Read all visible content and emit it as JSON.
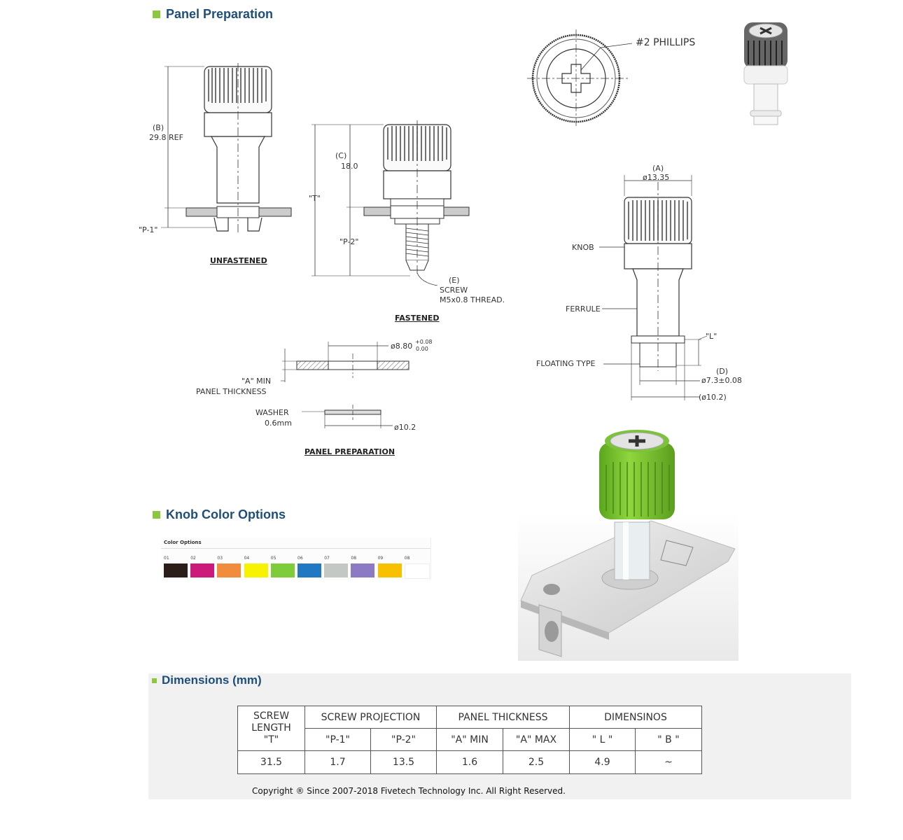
{
  "sections": {
    "panel_preparation": "Panel Preparation",
    "knob_color_options": "Knob Color Options",
    "dimensions": "Dimensions (mm)"
  },
  "drawings": {
    "unfastened": {
      "caption": "UNFASTENED",
      "b_label": "(B)",
      "b_value": "29.8 REF",
      "p1": "\"P-1\""
    },
    "fastened": {
      "caption": "FASTENED",
      "c_label": "(C)",
      "c_value": "18.0",
      "t": "\"T\"",
      "p2": "\"P-2\"",
      "e_label": "(E)",
      "screw": "SCREW",
      "thread": "M5x0.8 THREAD."
    },
    "top_view": {
      "phillips": "#2 PHILLIPS"
    },
    "side_view": {
      "a_label": "(A)",
      "a_value": "ø13.35",
      "knob": "KNOB",
      "ferrule": "FERRULE",
      "l": "\"L\"",
      "floating": "FLOATING TYPE",
      "d_label": "(D)",
      "d_value": "ø7.3±0.08",
      "d2_value": "(ø10.2)"
    },
    "panel_prep": {
      "hole": "ø8.80",
      "tol_plus": "+0.08",
      "tol_minus": "0.00",
      "a_min": "\"A\" MIN",
      "panel_thickness": "PANEL THICKNESS",
      "washer": "WASHER",
      "washer_thk": "0.6mm",
      "washer_dia": "ø10.2",
      "caption": "PANEL PREPARATION"
    }
  },
  "color_options": {
    "title": "Color Options",
    "swatches": [
      {
        "num": "01",
        "color": "#2b1d1a"
      },
      {
        "num": "02",
        "color": "#cc1a7a"
      },
      {
        "num": "03",
        "color": "#f08c3c"
      },
      {
        "num": "04",
        "color": "#f7f200"
      },
      {
        "num": "05",
        "color": "#7fcc3a"
      },
      {
        "num": "06",
        "color": "#1f78c1"
      },
      {
        "num": "07",
        "color": "#c4c8c4"
      },
      {
        "num": "08",
        "color": "#8c7ac4"
      },
      {
        "num": "09",
        "color": "#f7c000"
      },
      {
        "num": "08",
        "color": "#ffffff"
      }
    ]
  },
  "table": {
    "h_screw_length": "SCREW LENGTH",
    "h_t": "\"T\"",
    "h_screw_projection": "SCREW PROJECTION",
    "h_panel_thickness": "PANEL THICKNESS",
    "h_dimensinos": "DIMENSINOS",
    "h_p1": "\"P-1\"",
    "h_p2": "\"P-2\"",
    "h_amin": "\"A\" MIN",
    "h_amax": "\"A\" MAX",
    "h_l": "\" L \"",
    "h_b": "\" B \"",
    "row": [
      "31.5",
      "1.7",
      "13.5",
      "1.6",
      "2.5",
      "4.9",
      "~"
    ]
  },
  "copyright": "Copyright ® Since 2007-2018 Fivetech Technology Inc. All Right Reserved.",
  "colors": {
    "title_blue": "#1f4e79",
    "bullet_green": "#8dc63f",
    "knob_green": "#7fc432"
  }
}
